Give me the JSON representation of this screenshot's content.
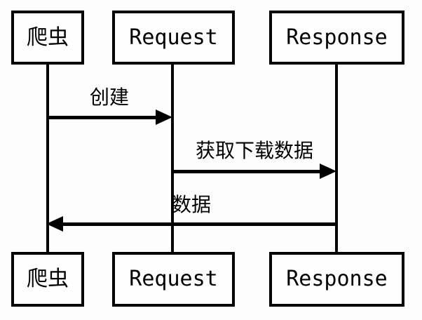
{
  "diagram": {
    "type": "sequence-diagram",
    "participants": [
      {
        "id": "crawler",
        "label": "爬虫"
      },
      {
        "id": "request",
        "label": "Request"
      },
      {
        "id": "response",
        "label": "Response"
      }
    ],
    "messages": [
      {
        "id": "create",
        "label": "创建",
        "from": "爬虫",
        "to": "Request",
        "direction": "right"
      },
      {
        "id": "fetch",
        "label": "获取下载数据",
        "from": "Request",
        "to": "Response",
        "direction": "right"
      },
      {
        "id": "data",
        "label": "数据",
        "from": "Response",
        "to": "爬虫",
        "direction": "left"
      }
    ],
    "colors": {
      "line": "#000000",
      "text": "#000000",
      "background": "#fdfdfd",
      "box_fill": "#fefefe"
    }
  }
}
